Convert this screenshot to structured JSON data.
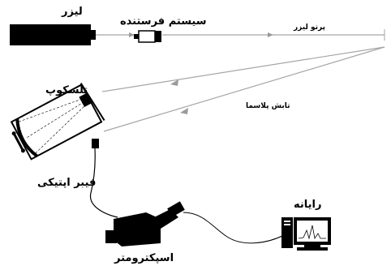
{
  "labels": {
    "laser": "لیزر",
    "transmitter": "سیستم فرستنده",
    "laser_beam": "پرتو لیزر",
    "telescope": "تلسکوپ",
    "plasma_emission": "تابش پلاسما",
    "optical_fiber": "فیبر اپتیکی",
    "computer": "رایانه",
    "spectrometer": "اسپکترومتر"
  },
  "icons": {
    "laser": "laser-box-icon",
    "transmitter": "beam-expander-icon",
    "telescope": "cassegrain-telescope-icon",
    "spectrometer": "spectrometer-icon",
    "computer": "computer-icon"
  },
  "colors": {
    "beam": "#a6a6a6",
    "device": "#000000",
    "cable": "#000000"
  }
}
